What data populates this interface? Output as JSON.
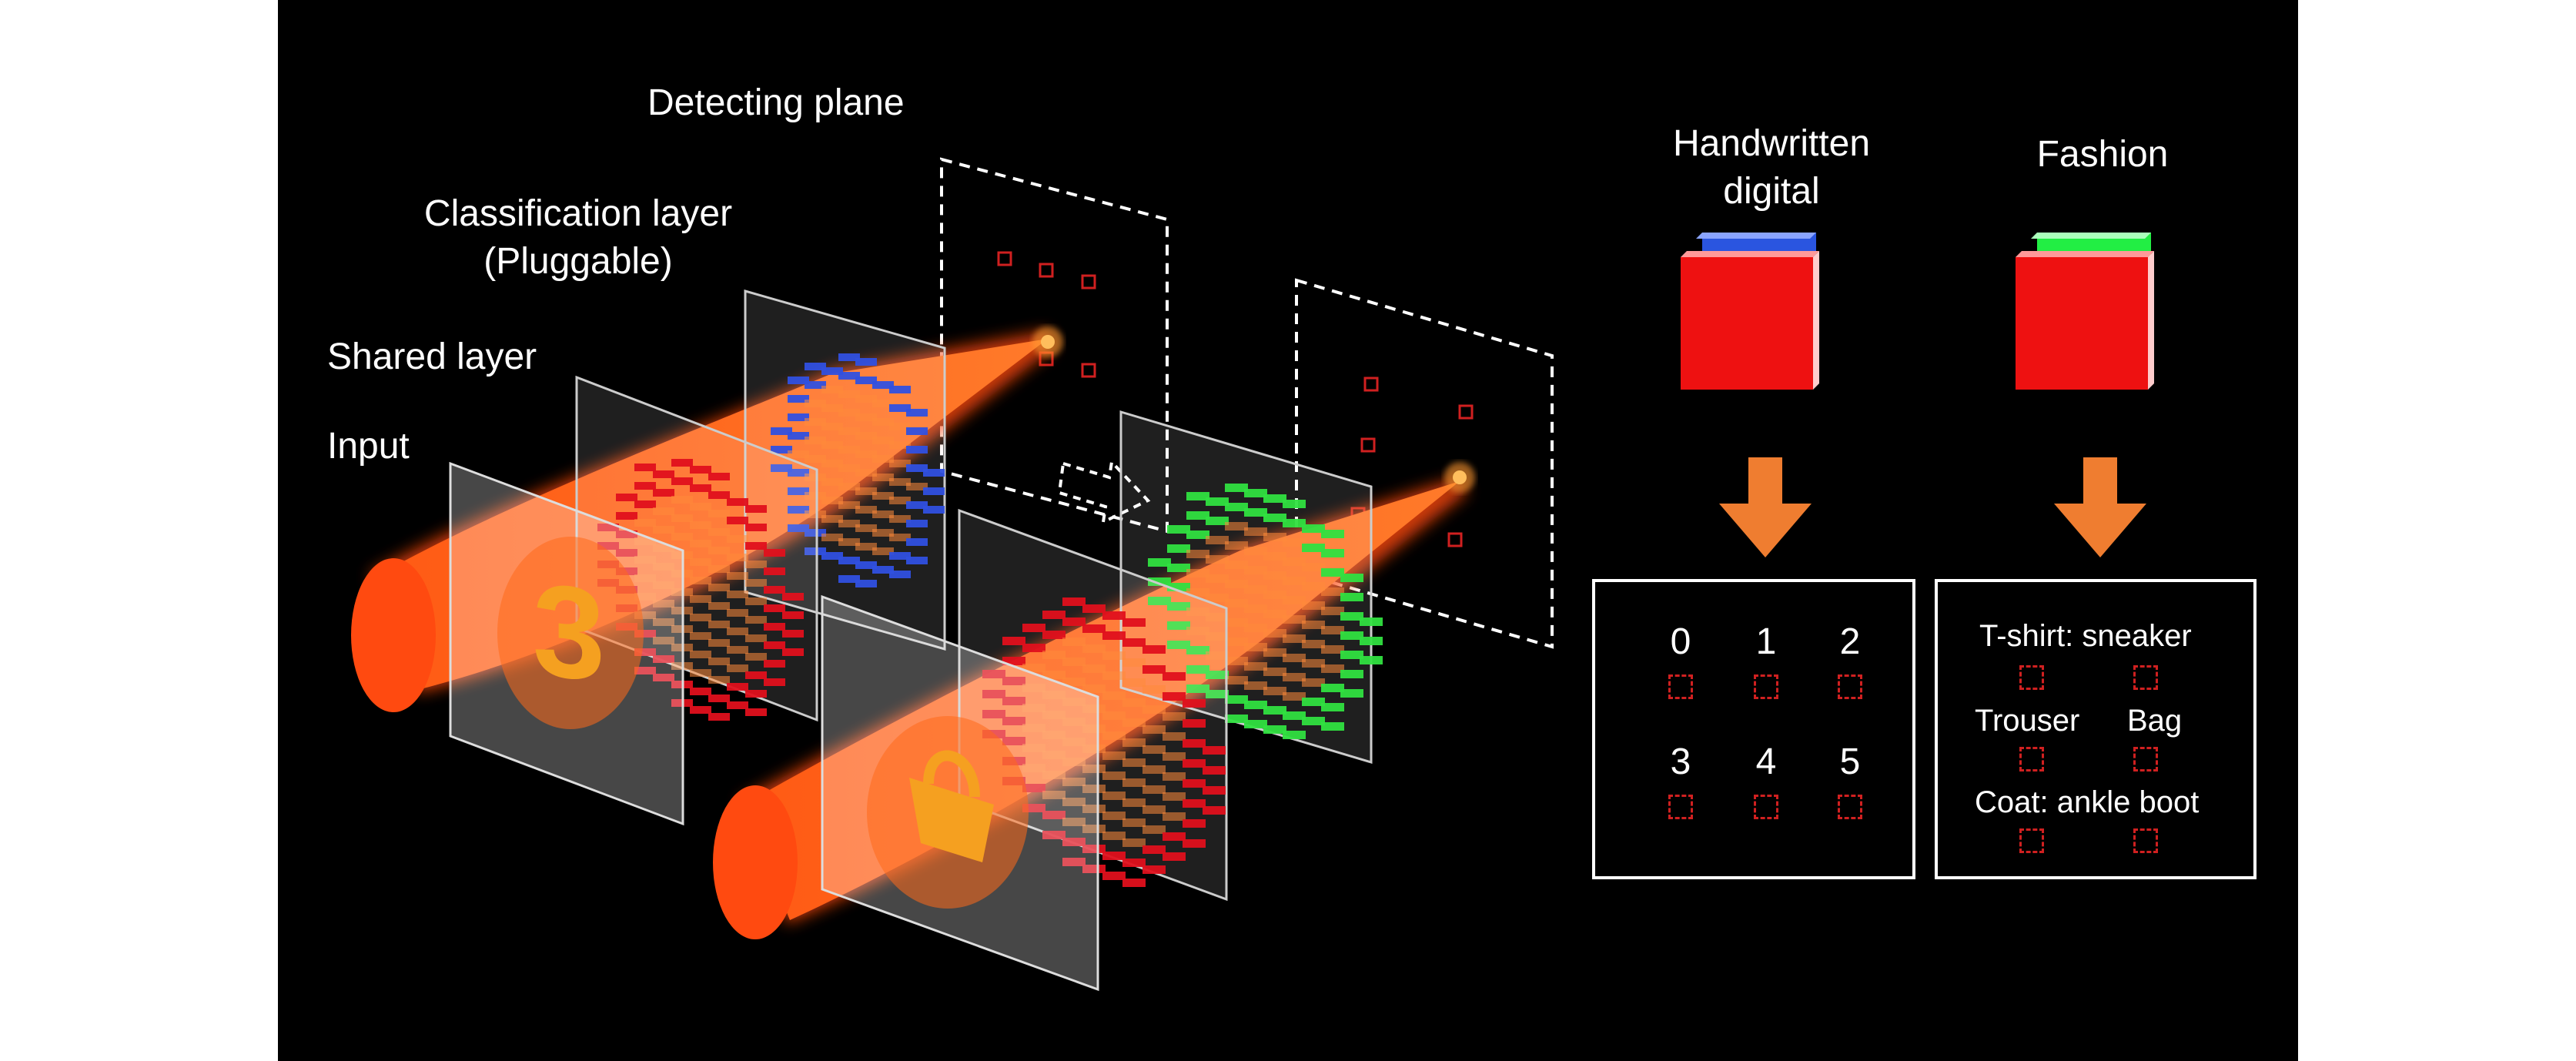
{
  "labels": {
    "detecting_plane": "Detecting plane",
    "classification_layer": "Classification layer",
    "pluggable": "(Pluggable)",
    "shared_layer": "Shared layer",
    "input": "Input"
  },
  "tasks": {
    "handwritten": {
      "title_line1": "Handwritten",
      "title_line2": "digital",
      "classes": [
        "0",
        "1",
        "2",
        "3",
        "4",
        "5"
      ]
    },
    "fashion": {
      "title": "Fashion",
      "rows": [
        "T-shirt: sneaker",
        "Trouser",
        "Bag",
        "Coat: ankle boot"
      ]
    }
  },
  "colors": {
    "background": "#000000",
    "beam": "#ff6a1a",
    "shared_layer_bars": "#e0101c",
    "classification_handwritten": "#3050e0",
    "classification_fashion": "#30e040",
    "cube_front": "#ee1111",
    "cube_back_handwritten": "#2a55e0",
    "cube_back_fashion": "#22ee44",
    "task_arrow": "#ef7d30",
    "detector": "#d02020"
  },
  "input_glyphs": {
    "top": "3",
    "bottom": "bag-icon"
  }
}
